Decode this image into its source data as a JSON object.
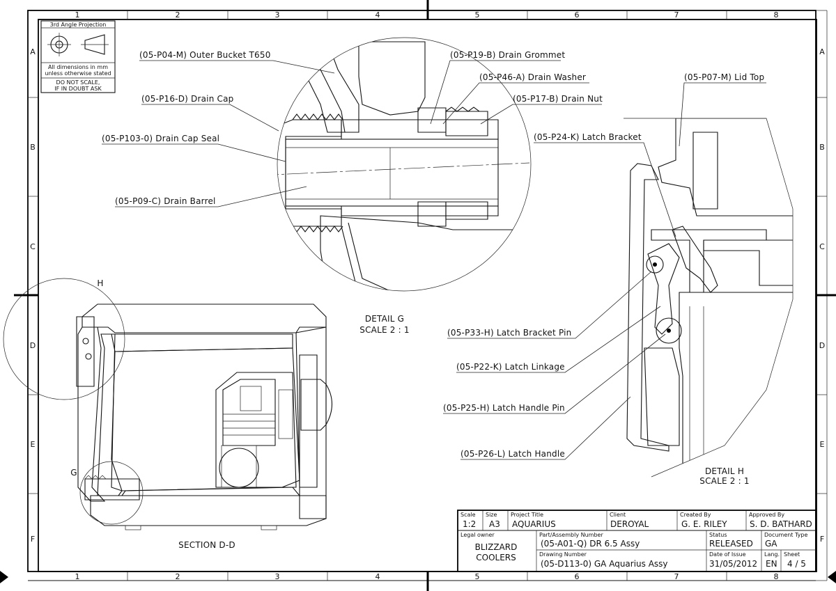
{
  "projection_box": {
    "title": "3rd Angle Projection",
    "note1": "All dimensions in mm",
    "note2": "unless otherwise stated",
    "note3": "DO NOT SCALE,",
    "note4": "IF IN DOUBT ASK"
  },
  "grid": {
    "columns": [
      "1",
      "2",
      "3",
      "4",
      "5",
      "6",
      "7",
      "8"
    ],
    "rows": [
      "A",
      "B",
      "C",
      "D",
      "E",
      "F"
    ]
  },
  "detail_g": {
    "title": "DETAIL G",
    "scale": "SCALE 2 : 1",
    "callouts": [
      "(05-P04-M) Outer Bucket T650",
      "(05-P16-D) Drain Cap",
      "(05-P103-0) Drain Cap Seal",
      "(05-P09-C) Drain Barrel",
      "(05-P19-B) Drain Grommet",
      "(05-P46-A) Drain Washer",
      "(05-P17-B) Drain Nut"
    ]
  },
  "detail_h": {
    "title": "DETAIL H",
    "scale": "SCALE 2 : 1",
    "callouts": [
      "(05-P07-M) Lid Top",
      "(05-P24-K) Latch Bracket",
      "(05-P33-H) Latch Bracket Pin",
      "(05-P22-K) Latch Linkage",
      "(05-P25-H) Latch Handle Pin",
      "(05-P26-L) Latch Handle"
    ]
  },
  "section": {
    "title": "SECTION D-D",
    "marker_h": "H",
    "marker_g": "G"
  },
  "title_block": {
    "scale_label": "Scale",
    "scale": "1:2",
    "size_label": "Size",
    "size": "A3",
    "project_label": "Project Title",
    "project": "AQUARIUS",
    "client_label": "Client",
    "client": "DEROYAL",
    "created_label": "Created By",
    "created": "G. E. RILEY",
    "approved_label": "Approved By",
    "approved": "S. D. BATHARD",
    "owner_label": "Legal owner",
    "owner1": "BLIZZARD",
    "owner2": "COOLERS",
    "part_label": "Part/Assembly Number",
    "part": "(05-A01-Q) DR 6.5 Assy",
    "drawing_label": "Drawing Number",
    "drawing": "(05-D113-0) GA Aquarius Assy",
    "status_label": "Status",
    "status": "RELEASED",
    "doctype_label": "Document Type",
    "doctype": "GA",
    "date_label": "Date of Issue",
    "date": "31/05/2012",
    "lang_label": "Lang.",
    "lang": "EN",
    "sheet_label": "Sheet",
    "sheet": "4 / 5"
  }
}
